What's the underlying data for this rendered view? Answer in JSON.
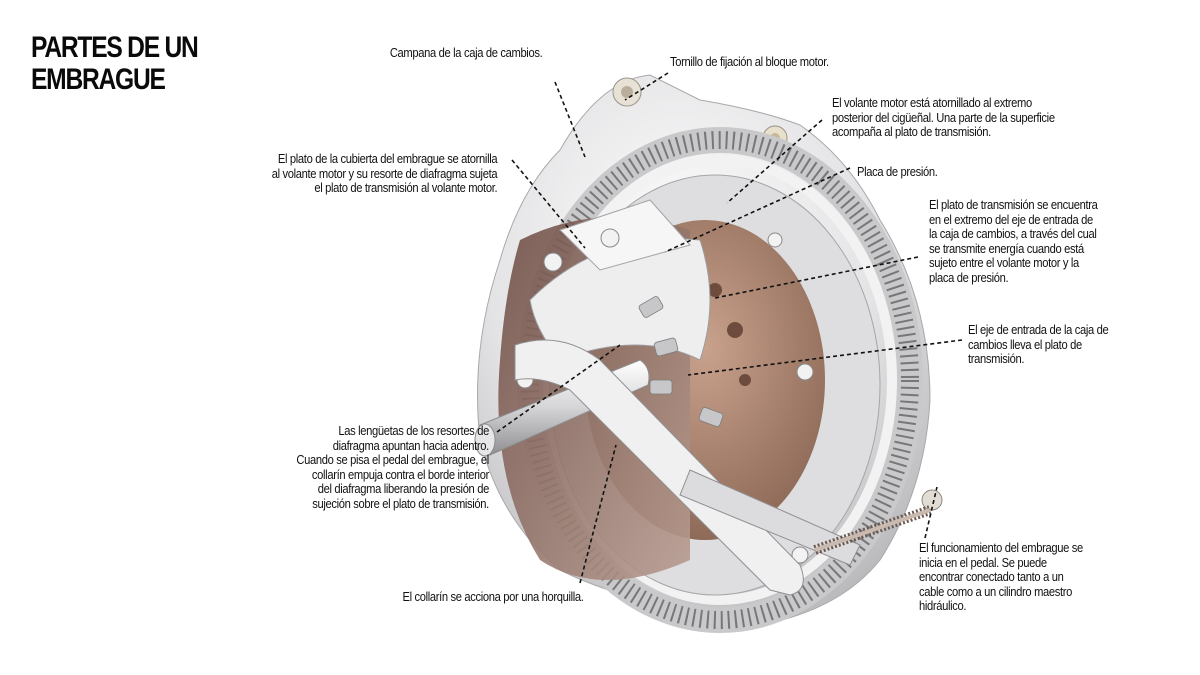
{
  "title": {
    "lines": [
      "PARTES DE UN",
      "EMBRAGUE"
    ]
  },
  "labels": {
    "campana": {
      "lines": [
        "Campana de la caja de cambios."
      ]
    },
    "tornillo": {
      "lines": [
        "Tornillo de fijación al bloque motor."
      ]
    },
    "volante": {
      "lines": [
        "El volante motor está atornillado al extremo",
        "posterior del cigüeñal. Una parte de la superficie",
        "acompaña al plato de transmisión."
      ]
    },
    "plato_cubierta": {
      "lines": [
        "El plato de la cubierta del embrague se atornilla",
        "al volante motor y su resorte de diafragma sujeta",
        "el plato de transmisión al volante motor."
      ]
    },
    "placa_presion": {
      "lines": [
        "Placa de presión."
      ]
    },
    "plato_transmision": {
      "lines": [
        "El plato de transmisión se encuentra",
        "en el extremo del eje de entrada de",
        "la caja de cambios, a través del cual",
        "se transmite energía cuando está",
        "sujeto entre el volante motor y la",
        "placa de presión."
      ]
    },
    "eje_entrada": {
      "lines": [
        "El eje de entrada de la caja de",
        "cambios lleva el plato de",
        "transmisión."
      ]
    },
    "lenguetas": {
      "lines": [
        "Las lengüetas de los resortes de",
        "diafragma apuntan hacia adentro.",
        "Cuando se pisa el pedal del embrague, el",
        "collarín empuja contra el borde interior",
        "del diafragma liberando la presión de",
        "sujeción sobre el plato de transmisión."
      ]
    },
    "collarin": {
      "lines": [
        "El collarín se acciona por una horquilla."
      ]
    },
    "funcionamiento": {
      "lines": [
        "El funcionamiento del embrague se",
        "inicia en el pedal. Se puede",
        "encontrar conectado tanto a un",
        "cable como a un cilindro maestro",
        "hidráulico."
      ]
    }
  },
  "colors": {
    "text": "#111111",
    "metal_light": "#e9e9ea",
    "metal_mid": "#bdbdbf",
    "metal_dark": "#8c8a8c",
    "friction": "#a8836e",
    "housing_brown": "#7a5a4e",
    "leader_line": "#111111"
  }
}
